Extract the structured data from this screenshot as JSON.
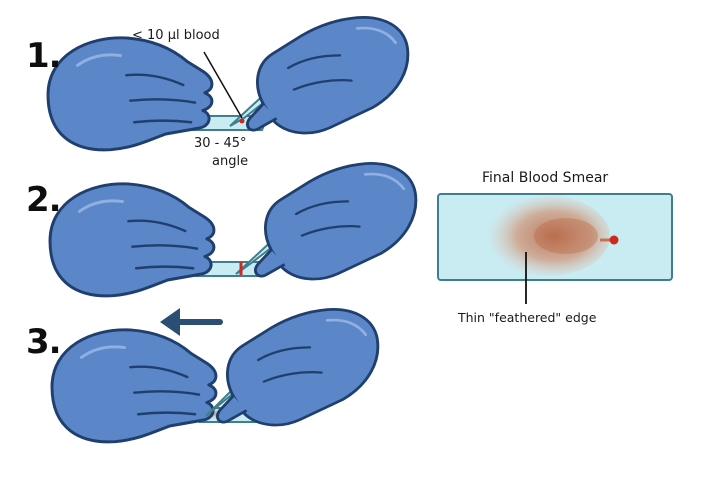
{
  "steps": [
    {
      "number": "1."
    },
    {
      "number": "2."
    },
    {
      "number": "3."
    }
  ],
  "annotations": {
    "blood_volume": "< 10 µl blood",
    "angle_line1": "30 - 45°",
    "angle_line2": "angle"
  },
  "final_smear": {
    "title": "Final Blood Smear",
    "edge_label": "Thin \"feathered\" edge"
  },
  "icons": {
    "glove": "gloved-hand-icon",
    "slide": "glass-slide-icon",
    "arrow": "left-arrow-icon"
  },
  "colors": {
    "glove_fill": "#5b86c8",
    "glove_stroke": "#1f3f6e",
    "slide_fill": "#c9ecf3",
    "slide_stroke": "#3d7f8e",
    "blood": "#d0281f",
    "smear": "#c9734e",
    "arrow": "#2b4f73"
  }
}
